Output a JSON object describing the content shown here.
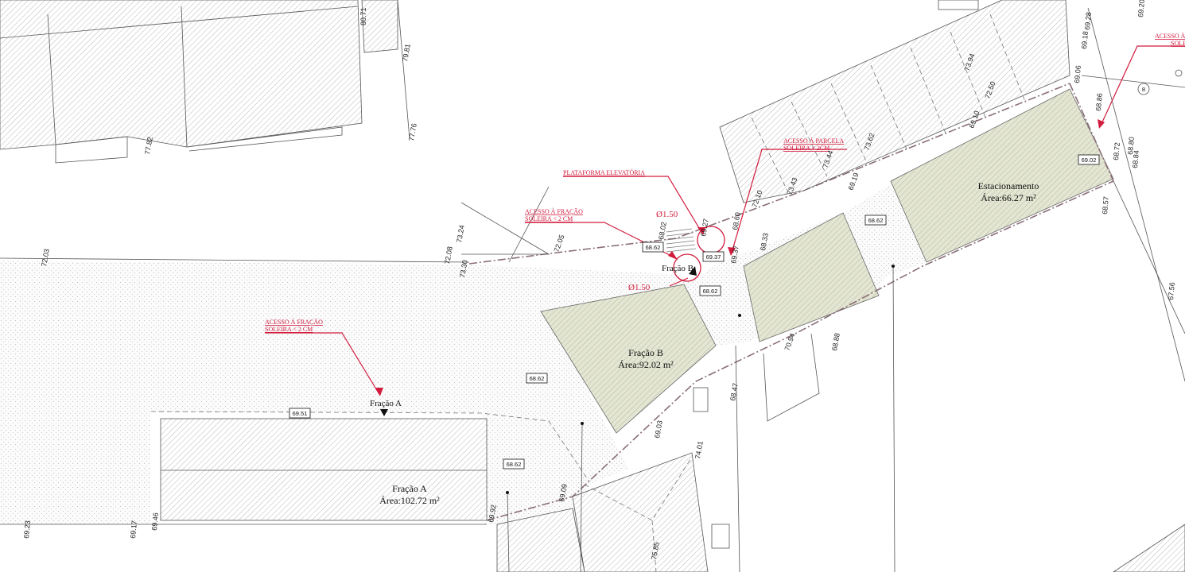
{
  "zones": {
    "fracao_a": {
      "name": "Fração A",
      "area": "Área:102.72 m²"
    },
    "fracao_b": {
      "name": "Fração B",
      "area": "Área:92.02 m²"
    },
    "estacionamento": {
      "name": "Estacionamento",
      "area": "Área:66.27 m²"
    }
  },
  "markers": {
    "fracao_a_entry": "Fração A",
    "fracao_b_entry": "Fração B"
  },
  "callouts": {
    "acesso_fracao_a": {
      "line1": "ACESSO À FRAÇÃO",
      "line2": "SOLEIRA < 2 CM"
    },
    "acesso_fracao_b": {
      "line1": "ACESSO À FRAÇÃO",
      "line2": "SOLEIRA < 2 CM"
    },
    "plataforma": "PLATAFORMA ELEVATÓRIA",
    "acesso_parcela": {
      "line1": "ACESSO À PARCELA",
      "line2": "SOLEIRA < 2CM"
    },
    "acesso_edge": {
      "line1": "ACESSO À",
      "line2": "SOLE"
    }
  },
  "diameters": {
    "top": "Ø1.50",
    "bottom": "Ø1.50"
  },
  "level_tags": [
    "68.62",
    "69.37",
    "68.62",
    "68.62",
    "68.62",
    "68.62",
    "69.51",
    "69.02"
  ],
  "elevations": [
    "80.71",
    "79.81",
    "77.82",
    "77.76",
    "73.24",
    "73.30",
    "72.08",
    "72.03",
    "72.05",
    "73.94",
    "72.50",
    "69.10",
    "73.62",
    "73.44",
    "73.43",
    "72.10",
    "69.19",
    "69.28",
    "69.18",
    "69.20",
    "69.06",
    "68.86",
    "68.72",
    "68.80",
    "68.84",
    "68.57",
    "67.56",
    "69.27",
    "69.37",
    "68.33",
    "68.02",
    "68.60",
    "68.88",
    "70.94",
    "68.47",
    "69.03",
    "69.09",
    "74.01",
    "75.85",
    "69.92",
    "69.23",
    "69.17",
    "69.46"
  ],
  "symbols": {
    "circle_label": "8"
  }
}
